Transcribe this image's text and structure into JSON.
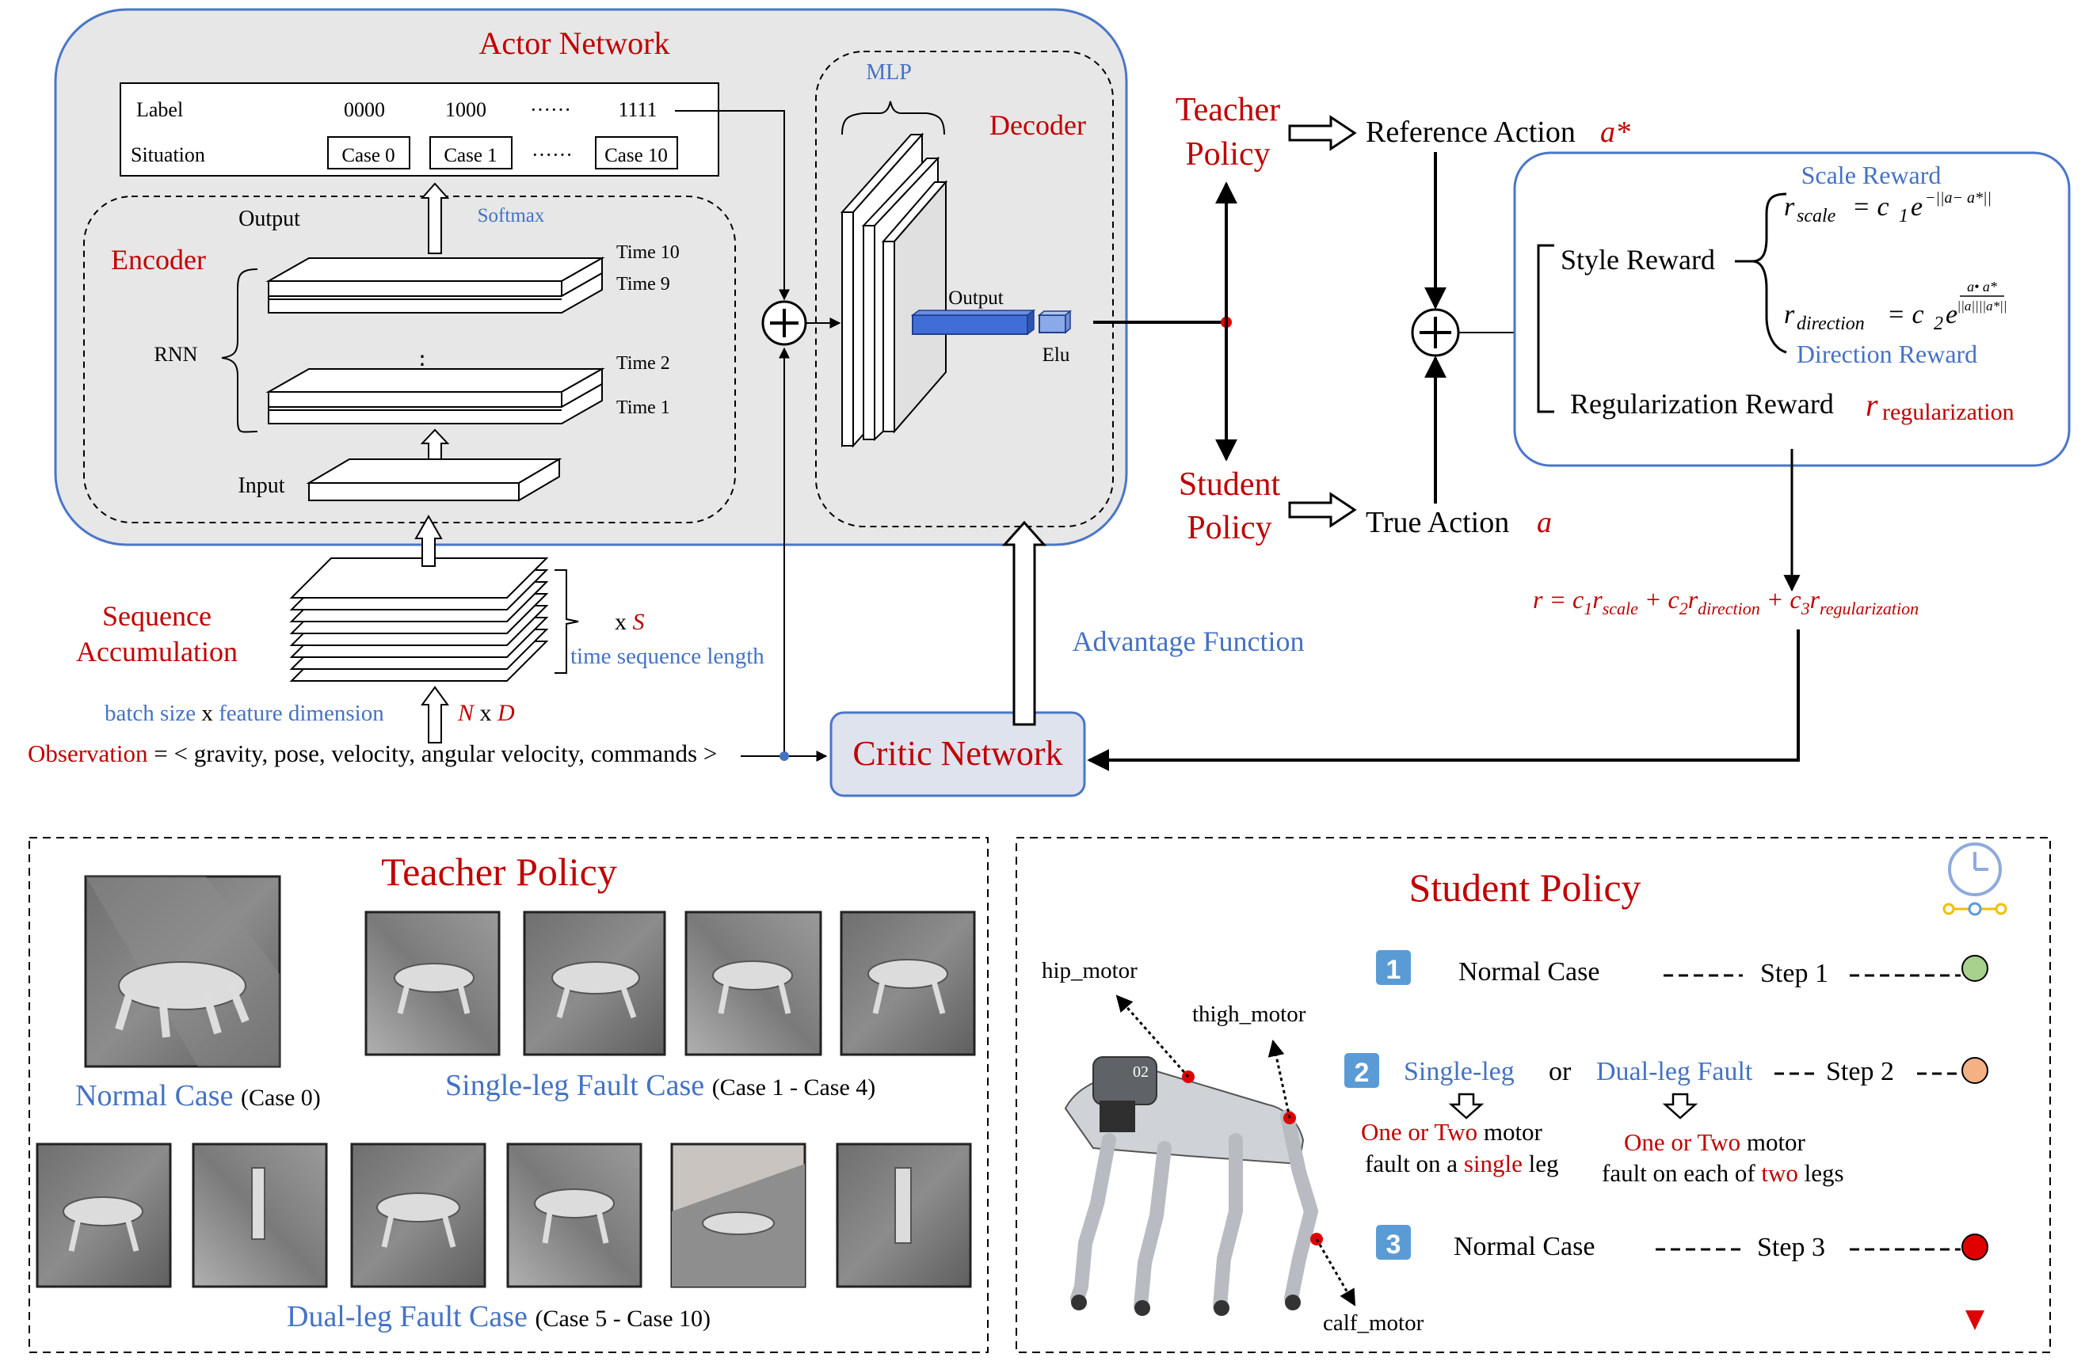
{
  "colors": {
    "red": "#c00000",
    "blue": "#4472c4",
    "dark_blue_bar": "#3f6fd6",
    "panel_fill": "#e7e7e7",
    "panel_stroke": "#4a76c9",
    "critic_fill": "#dfe3ee",
    "black": "#000000",
    "step1_circle": "#a9d18e",
    "step2_circle": "#f4b183",
    "step3_circle": "#e00000",
    "badge_blue": "#5b9bd5"
  },
  "actor": {
    "title": "Actor Network",
    "label_row": {
      "label": "Label",
      "codes": [
        "0000",
        "1000",
        "······",
        "1111"
      ]
    },
    "situation_row": {
      "label": "Situation",
      "cases": [
        "Case 0",
        "Case 1",
        "······",
        "Case 10"
      ]
    },
    "encoder": {
      "title": "Encoder",
      "output": "Output",
      "softmax": "Softmax",
      "input": "Input",
      "rnn": "RNN",
      "times": [
        "Time 10",
        "Time 9",
        "Time 2",
        "Time 1"
      ]
    },
    "decoder": {
      "title": "Decoder",
      "mlp": "MLP",
      "output": "Output",
      "elu": "Elu"
    }
  },
  "sequence": {
    "title_line1": "Sequence",
    "title_line2": "Accumulation",
    "xs_prefix": "x",
    "xs_symbol": "S",
    "time_len": "time sequence length",
    "batch_label_part1": "batch size",
    "batch_label_x": "x",
    "batch_label_part2": "feature dimension",
    "nd_n": "N",
    "nd_x": "x",
    "nd_d": "D"
  },
  "observation": {
    "label": "Observation",
    "rest": "= < gravity, pose, velocity, angular velocity, commands >"
  },
  "critic": {
    "label": "Critic Network"
  },
  "advantage": {
    "label": "Advantage Function"
  },
  "policies": {
    "teacher_line1": "Teacher",
    "teacher_line2": "Policy",
    "student_line1": "Student",
    "student_line2": "Policy",
    "reference_action": "Reference Action",
    "reference_symbol": "a*",
    "true_action": "True Action",
    "true_symbol": "a"
  },
  "reward": {
    "scale_reward": "Scale Reward",
    "style_reward": "Style Reward",
    "direction_reward": "Direction Reward",
    "regularization_reward": "Regularization Reward",
    "r_scale": "r",
    "r_scale_sub": "scale",
    "r_scale_eq": "= c",
    "r_scale_c_sub": "1",
    "r_scale_e": "e",
    "r_scale_exp": "−||a− a*||",
    "r_dir": "r",
    "r_dir_sub": "direction",
    "r_dir_eq": "= c",
    "r_dir_c_sub": "2",
    "r_dir_e": "e",
    "r_dir_exp_num": "a• a*",
    "r_dir_exp_den": "||a||||a*||",
    "r_reg": "r",
    "r_reg_sub": "regularization",
    "total": {
      "r": "r = c",
      "s1": "1",
      "t1": "r",
      "u1": "scale",
      "p1": " + c",
      "s2": "2",
      "t2": "r",
      "u2": "direction",
      "p2": " + c",
      "s3": "3",
      "t3": "r",
      "u3": "regularization"
    }
  },
  "teacher_panel": {
    "title": "Teacher Policy",
    "normal_case": "Normal Case",
    "normal_case_range": "(Case 0)",
    "single_leg": "Single-leg Fault Case",
    "single_leg_range": "(Case 1 - Case 4)",
    "dual_leg": "Dual-leg Fault Case",
    "dual_leg_range": "(Case 5 - Case 10)"
  },
  "student_panel": {
    "title": "Student Policy",
    "hip_motor": "hip_motor",
    "thigh_motor": "thigh_motor",
    "calf_motor": "calf_motor",
    "robot_number": "02",
    "steps": [
      {
        "badge": "1",
        "label": "Normal Case",
        "step": "Step 1"
      },
      {
        "badge": "2",
        "single": "Single-leg",
        "or": "or",
        "dual": "Dual-leg Fault",
        "step": "Step 2"
      },
      {
        "badge": "3",
        "label": "Normal Case",
        "step": "Step 3"
      }
    ],
    "single_desc_red": "One or Two",
    "single_desc_1": "motor",
    "single_desc_2a": "fault on a",
    "single_desc_2red": "single",
    "single_desc_2b": "leg",
    "dual_desc_red": "One or Two",
    "dual_desc_1": "motor",
    "dual_desc_2a": "fault on each of",
    "dual_desc_2red": "two",
    "dual_desc_2b": "legs"
  }
}
